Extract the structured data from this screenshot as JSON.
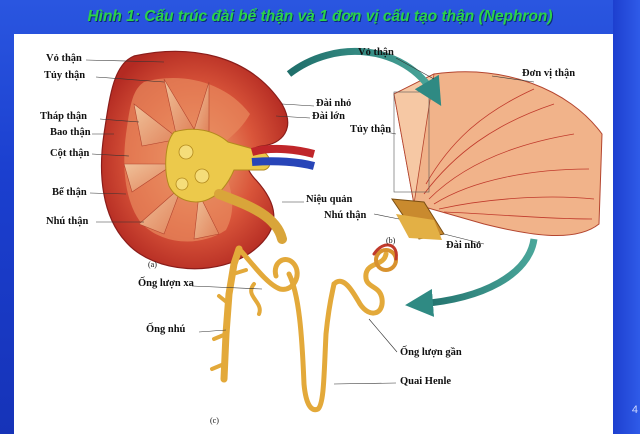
{
  "title": "Hình 1: Cấu trúc đài bể thận và 1 đơn vị cấu tạo thận (Nephron)",
  "slide_number": "4",
  "kidney_labels": {
    "cortex": "Vỏ thận",
    "medulla": "Tủy thận",
    "pyramid": "Tháp thận",
    "capsule": "Bao thận",
    "column": "Cột thận",
    "pelvis": "Bể thận",
    "papilla": "Nhú thận",
    "minor_calyx": "Đài nhỏ",
    "major_calyx": "Đài lớn",
    "ureter": "Niệu quản",
    "panel_tag": "(a)"
  },
  "detail_labels": {
    "cortex": "Vỏ thận",
    "nephron": "Đơn vị thận",
    "medulla": "Tủy thận",
    "papilla": "Nhú thận",
    "minor_calyx": "Đài nhỏ",
    "panel_tag": "(b)"
  },
  "nephron_labels": {
    "distal_tubule": "Ống lượn xa",
    "collecting_duct": "Ống nhú",
    "proximal_tubule": "Ống lượn gần",
    "loop_of_henle": "Quai Henle",
    "panel_tag": "(c)"
  },
  "colors": {
    "background": "#1a3fc4",
    "title": "#2bd24a",
    "arrow": "#2f8a83",
    "cortex": "#c0392b",
    "pelvis": "#e8c94a",
    "tubule": "#e3a93a"
  }
}
